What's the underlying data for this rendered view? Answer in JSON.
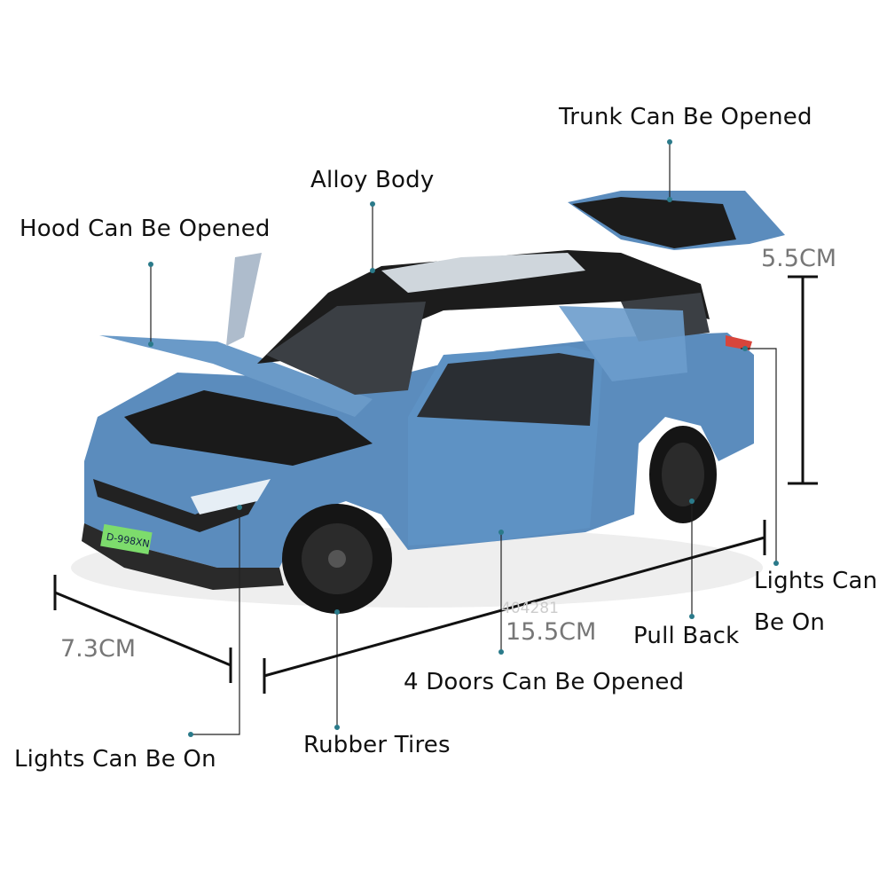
{
  "features": {
    "trunk": "Trunk Can Be Opened",
    "alloy_body": "Alloy Body",
    "hood": "Hood Can Be Opened",
    "lights_right_line1": "Lights Can",
    "lights_right_line2": "Be On",
    "pull_back": "Pull Back",
    "doors": "4 Doors Can Be Opened",
    "rubber_tires": "Rubber Tires",
    "lights_left": "Lights Can Be On"
  },
  "dimensions": {
    "height": "5.5CM",
    "length": "15.5CM",
    "width": "7.3CM"
  },
  "watermark": "404281",
  "license_plate": "D-998XN",
  "colors": {
    "body": "#5b8cbd",
    "roof": "#1c1c1c",
    "annotation": "#111111",
    "dimension_text": "#777777"
  }
}
